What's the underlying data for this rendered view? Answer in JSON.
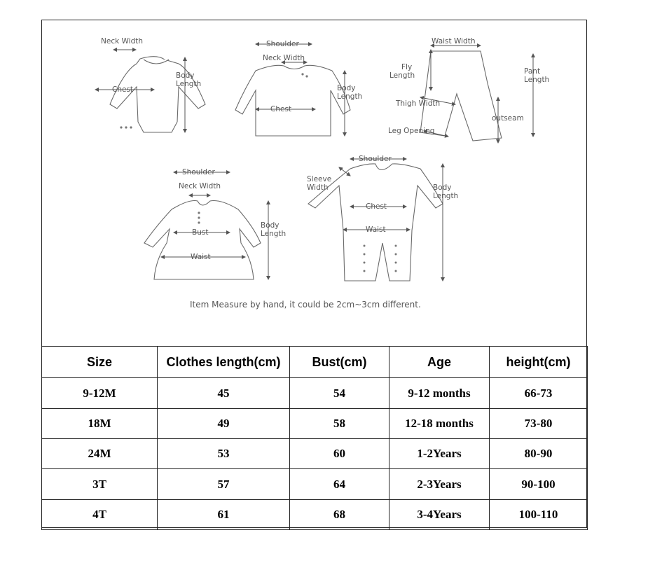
{
  "diagram": {
    "bodysuit": {
      "neck_width": "Neck Width",
      "body_length_1": "Body",
      "body_length_2": "Length",
      "chest": "Chest"
    },
    "shirt": {
      "shoulder": "Shoulder",
      "neck_width": "Neck Width",
      "body_length_1": "Body",
      "body_length_2": "Length",
      "chest": "Chest"
    },
    "pants": {
      "waist_width": "Waist Width",
      "fly_length_1": "Fly",
      "fly_length_2": "Length",
      "pant_length_1": "Pant",
      "pant_length_2": "Length",
      "thigh_width": "Thigh Width",
      "outseam": "outseam",
      "leg_opening": "Leg Opening"
    },
    "dress": {
      "shoulder": "Shoulder",
      "neck_width": "Neck Width",
      "bust": "Bust",
      "waist": "Waist",
      "body_length_1": "Body",
      "body_length_2": "Length"
    },
    "romper": {
      "shoulder": "Shoulder",
      "sleeve_width_1": "Sleeve",
      "sleeve_width_2": "Width",
      "body_length_1": "Body",
      "body_length_2": "Length",
      "chest": "Chest",
      "waist": "Waist"
    },
    "note": "Item Measure by hand, it could be 2cm~3cm different."
  },
  "table": {
    "headers": [
      "Size",
      "Clothes length(cm)",
      "Bust(cm)",
      "Age",
      "height(cm)"
    ],
    "rows": [
      [
        "9-12M",
        "45",
        "54",
        "9-12 months",
        "66-73"
      ],
      [
        "18M",
        "49",
        "58",
        "12-18 months",
        "73-80"
      ],
      [
        "24M",
        "53",
        "60",
        "1-2Years",
        "80-90"
      ],
      [
        "3T",
        "57",
        "64",
        "2-3Years",
        "90-100"
      ],
      [
        "4T",
        "61",
        "68",
        "3-4Years",
        "100-110"
      ]
    ]
  }
}
